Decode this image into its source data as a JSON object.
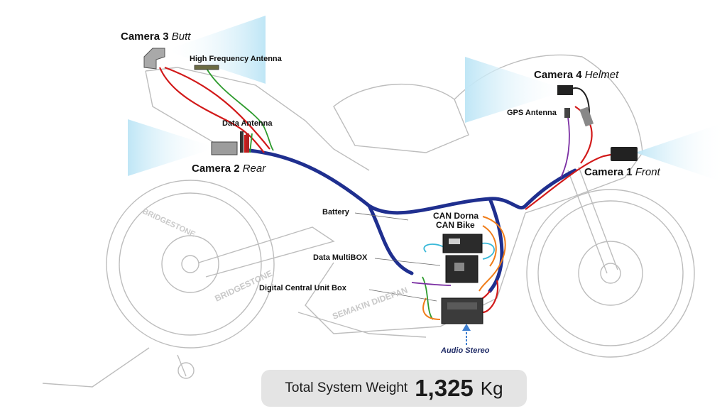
{
  "cameras": {
    "cam3": {
      "name": "Camera 3",
      "pos": "Butt"
    },
    "cam2": {
      "name": "Camera 2",
      "pos": "Rear"
    },
    "cam4": {
      "name": "Camera 4",
      "pos": "Helmet"
    },
    "cam1": {
      "name": "Camera 1",
      "pos": "Front"
    }
  },
  "labels": {
    "hf_antenna": "High Frequency Antenna",
    "data_antenna": "Data Antenna",
    "gps_antenna": "GPS Antenna",
    "battery": "Battery",
    "can_dorna": "CAN Dorna",
    "can_bike": "CAN Bike",
    "data_multibox": "Data MultiBOX",
    "dcu_box": "Digital Central Unit Box",
    "audio": "Audio Stereo"
  },
  "weight": {
    "label": "Total System Weight",
    "value": "1,325",
    "unit": "Kg"
  },
  "colors": {
    "harness_blue": "#1f2f8f",
    "cable_red": "#d21a1a",
    "cable_green": "#2e9b2e",
    "cable_orange": "#f07d1a",
    "cable_purple": "#7b2fa3",
    "cable_cyan": "#38b8d8",
    "camera_beam": "#9fd6ee"
  },
  "icons": [
    "camera-icon",
    "antenna-icon",
    "box-icon",
    "arrow-up-icon"
  ]
}
